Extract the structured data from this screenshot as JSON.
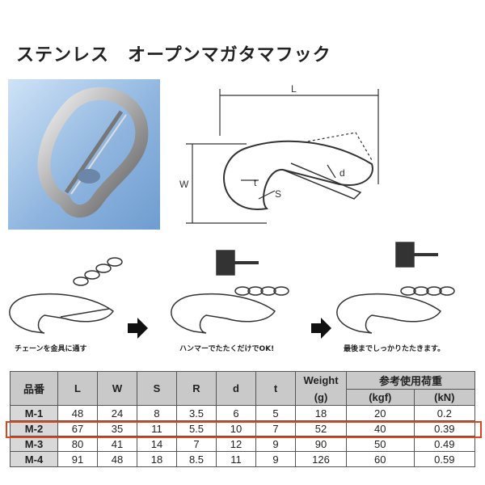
{
  "title": "ステンレス　オープンマガタマフック",
  "diagram_labels": {
    "L": "L",
    "W": "W",
    "S": "S",
    "t": "t",
    "d": "d"
  },
  "steps": [
    "チェーンを金具に通す",
    "ハンマーでたたくだけでOK!",
    "最後までしっかりたたきます。"
  ],
  "table": {
    "headers": [
      "品番",
      "L",
      "W",
      "S",
      "R",
      "d",
      "t",
      "Weight",
      "参考使用荷重"
    ],
    "subheaders": {
      "weight_unit": "(g)",
      "load_kgf": "(kgf)",
      "load_kn": "(kN)"
    },
    "rows": [
      [
        "M-1",
        "48",
        "24",
        "8",
        "3.5",
        "6",
        "5",
        "18",
        "20",
        "0.2"
      ],
      [
        "M-2",
        "67",
        "35",
        "11",
        "5.5",
        "10",
        "7",
        "52",
        "40",
        "0.39"
      ],
      [
        "M-3",
        "80",
        "41",
        "14",
        "7",
        "12",
        "9",
        "90",
        "50",
        "0.49"
      ],
      [
        "M-4",
        "91",
        "48",
        "18",
        "8.5",
        "11",
        "9",
        "126",
        "60",
        "0.59"
      ]
    ]
  },
  "colors": {
    "highlight": "#e0441c",
    "header_bg": "#c9c9c9",
    "photo_bg": "#8fb5df"
  }
}
